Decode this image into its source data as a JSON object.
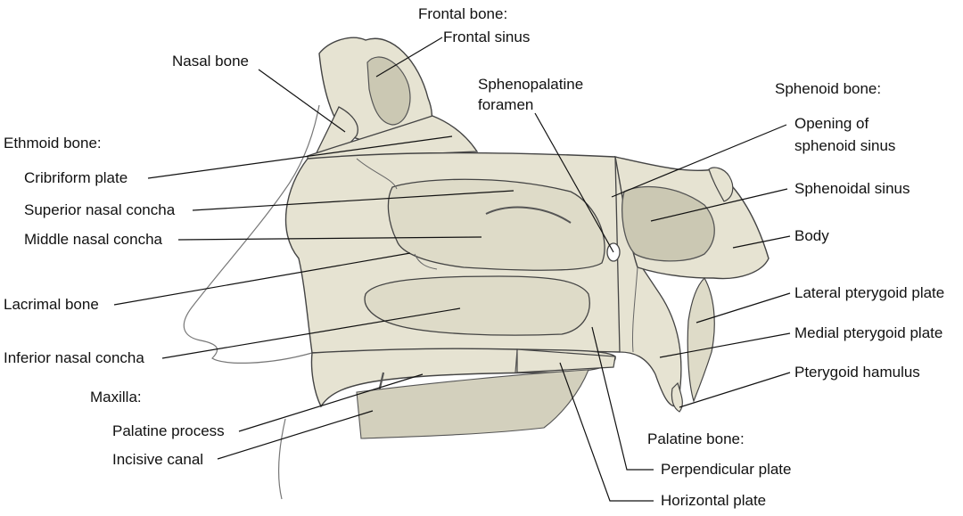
{
  "labels": {
    "frontal_bone": "Frontal bone:",
    "frontal_sinus": "Frontal sinus",
    "nasal_bone": "Nasal bone",
    "sphenopalatine_1": "Sphenopalatine",
    "sphenopalatine_2": "foramen",
    "sphenoid_bone": "Sphenoid bone:",
    "opening_1": "Opening of",
    "opening_2": "sphenoid sinus",
    "sphenoidal_sinus": "Sphenoidal sinus",
    "body": "Body",
    "lateral_pterygoid": "Lateral pterygoid plate",
    "medial_pterygoid": "Medial pterygoid plate",
    "pterygoid_hamulus": "Pterygoid hamulus",
    "ethmoid_bone": "Ethmoid bone:",
    "cribriform_plate": "Cribriform plate",
    "superior_concha": "Superior nasal concha",
    "middle_concha": "Middle nasal concha",
    "lacrimal_bone": "Lacrimal bone",
    "inferior_concha": "Inferior nasal concha",
    "maxilla": "Maxilla:",
    "palatine_process": "Palatine process",
    "incisive_canal": "Incisive canal",
    "palatine_bone": "Palatine bone:",
    "perpendicular_plate": "Perpendicular plate",
    "horizontal_plate": "Horizontal plate"
  },
  "colors": {
    "bone_fill": "#e6e3d2",
    "bone_shadow": "#cbc8b3",
    "outline": "#444444",
    "leader": "#111111"
  }
}
